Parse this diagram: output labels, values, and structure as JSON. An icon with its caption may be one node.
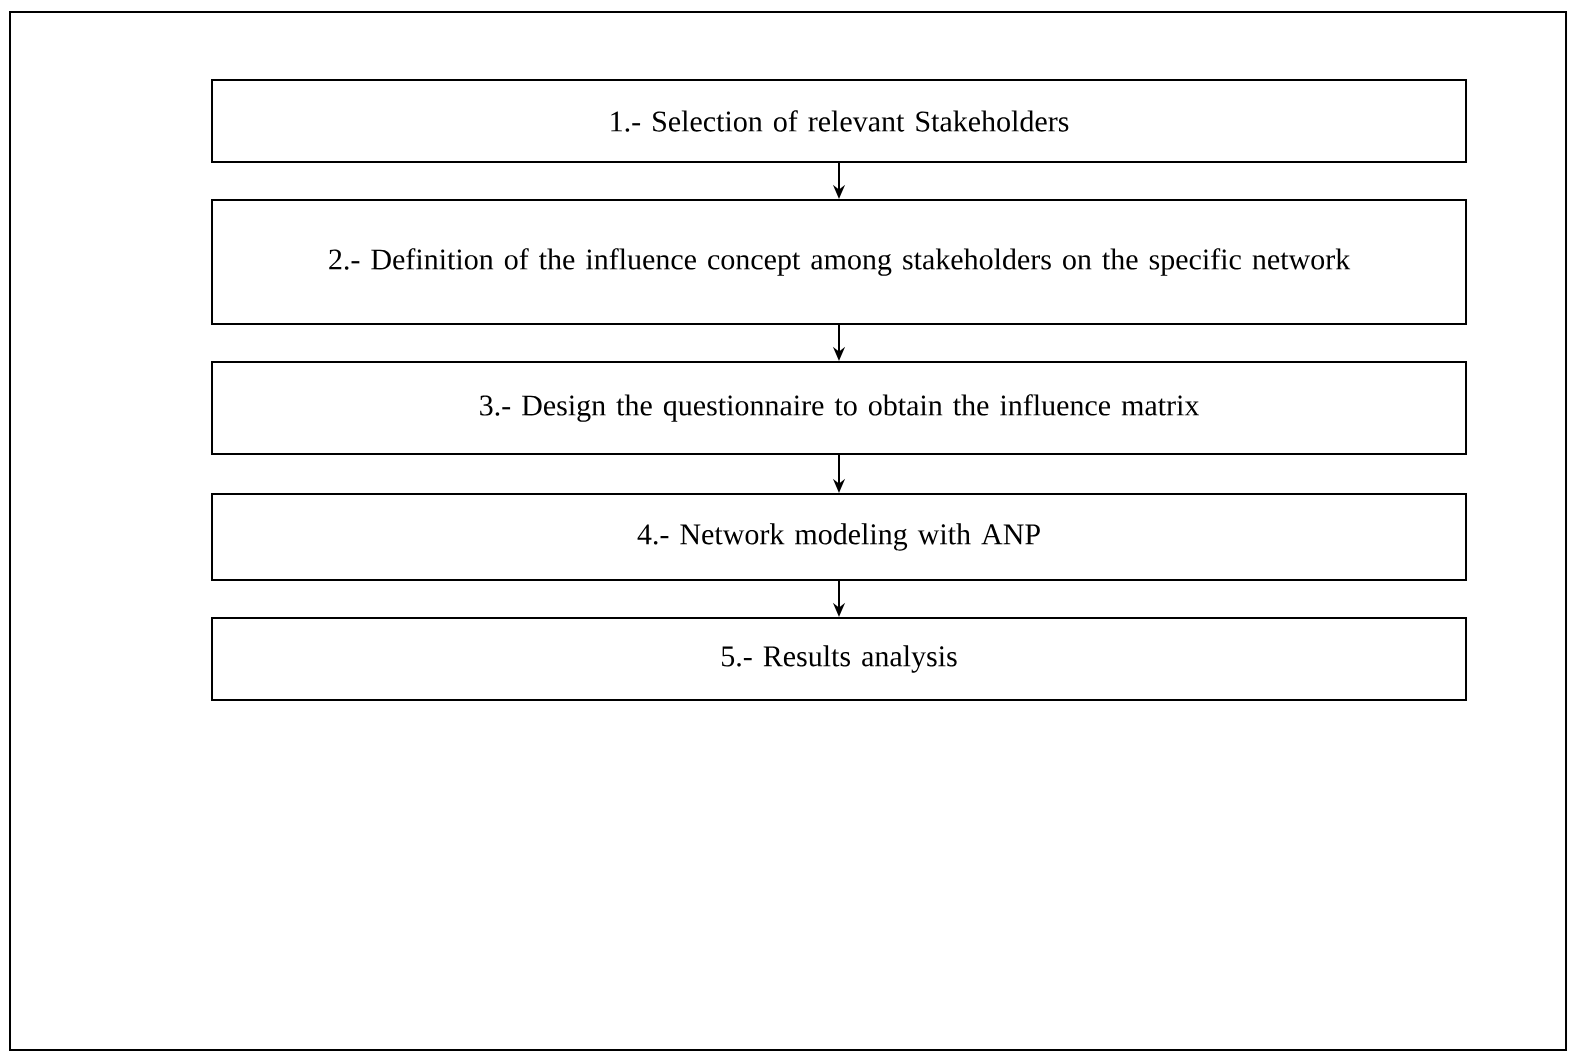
{
  "diagram": {
    "nodes": [
      {
        "text": [
          "1.- Selection of relevant Stakeholders"
        ]
      },
      {
        "text": [
          "2.- Definition of the influence concept among stakeholders on the specific network"
        ]
      },
      {
        "text": [
          "3.- Design the questionnaire to obtain the influence matrix"
        ]
      },
      {
        "text": [
          "4.- Network modeling with ANP"
        ]
      },
      {
        "text": [
          "5.- Results analysis"
        ]
      }
    ],
    "edges": [
      {
        "from": 0,
        "to": 1,
        "arrow": "to"
      },
      {
        "from": 1,
        "to": 2,
        "arrow": "to"
      },
      {
        "from": 2,
        "to": 3,
        "arrow": "to"
      },
      {
        "from": 3,
        "to": 4,
        "arrow": "to"
      }
    ]
  }
}
